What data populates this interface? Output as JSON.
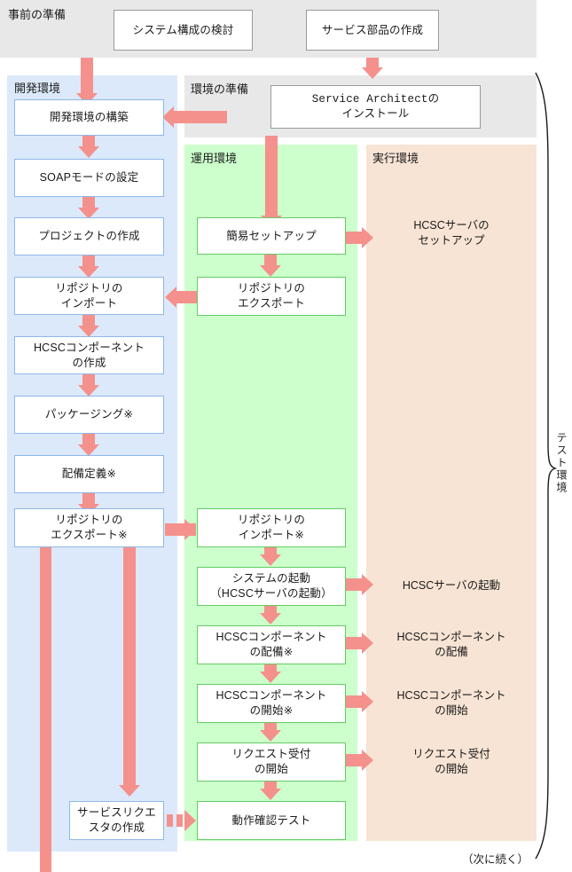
{
  "diagram": {
    "title_note": "（次に続く）",
    "colors": {
      "lane_gray": "#e8e8e8",
      "lane_blue": "#dbe9fa",
      "lane_green": "#ccffcc",
      "lane_orange": "#f7e4d4",
      "arrow_pink": "#f4918c",
      "box_border_blue": "#8fb8e8",
      "box_border_green": "#63cc63",
      "box_border_gray": "#9a9a9a"
    },
    "lanes": [
      {
        "id": "prep",
        "label": "事前の準備"
      },
      {
        "id": "dev",
        "label": "開発環境"
      },
      {
        "id": "envprep",
        "label": "環境の準備"
      },
      {
        "id": "ops",
        "label": "運用環境"
      },
      {
        "id": "runtime",
        "label": "実行環境"
      }
    ],
    "brace_label": "テスト環境",
    "prep_boxes": [
      {
        "id": "system-design",
        "label": "システム構成の検討"
      },
      {
        "id": "service-parts",
        "label": "サービス部品の作成"
      }
    ],
    "envprep_boxes": [
      {
        "id": "install-sa",
        "label": "Service Architectの\nインストール"
      }
    ],
    "dev_boxes": [
      {
        "id": "build-dev-env",
        "label": "開発環境の構築"
      },
      {
        "id": "soap-mode",
        "label": "SOAPモードの設定"
      },
      {
        "id": "create-project",
        "label": "プロジェクトの作成"
      },
      {
        "id": "import-repository",
        "label": "リポジトリの\nインポート"
      },
      {
        "id": "create-hcsc-comp",
        "label": "HCSCコンポーネント\nの作成"
      },
      {
        "id": "packaging",
        "label": "パッケージング※"
      },
      {
        "id": "deploy-definition",
        "label": "配備定義※"
      },
      {
        "id": "export-repository",
        "label": "リポジトリの\nエクスポート※"
      },
      {
        "id": "create-requester",
        "label": "サービスリクエ\nスタの作成"
      }
    ],
    "ops_boxes": [
      {
        "id": "simple-setup",
        "label": "簡易セットアップ"
      },
      {
        "id": "export-repository-2",
        "label": "リポジトリの\nエクスポート"
      },
      {
        "id": "import-repository-2",
        "label": "リポジトリの\nインポート※"
      },
      {
        "id": "start-system",
        "label": "システムの起動\n（HCSCサーバの起動）"
      },
      {
        "id": "deploy-hcsc-comp",
        "label": "HCSCコンポーネント\nの配備※"
      },
      {
        "id": "start-hcsc-comp",
        "label": "HCSCコンポーネント\nの開始※"
      },
      {
        "id": "start-request-recv",
        "label": "リクエスト受付\nの開始"
      },
      {
        "id": "verification-test",
        "label": "動作確認テスト"
      }
    ],
    "runtime_labels": [
      {
        "id": "setup-hcsc-server",
        "label": "HCSCサーバの\nセットアップ"
      },
      {
        "id": "start-hcsc-server",
        "label": "HCSCサーバの起動"
      },
      {
        "id": "deploy-hcsc-comp-rt",
        "label": "HCSCコンポーネント\nの配備"
      },
      {
        "id": "start-hcsc-comp-rt",
        "label": "HCSCコンポーネント\nの開始"
      },
      {
        "id": "start-request-recv-rt",
        "label": "リクエスト受付\nの開始"
      }
    ]
  }
}
